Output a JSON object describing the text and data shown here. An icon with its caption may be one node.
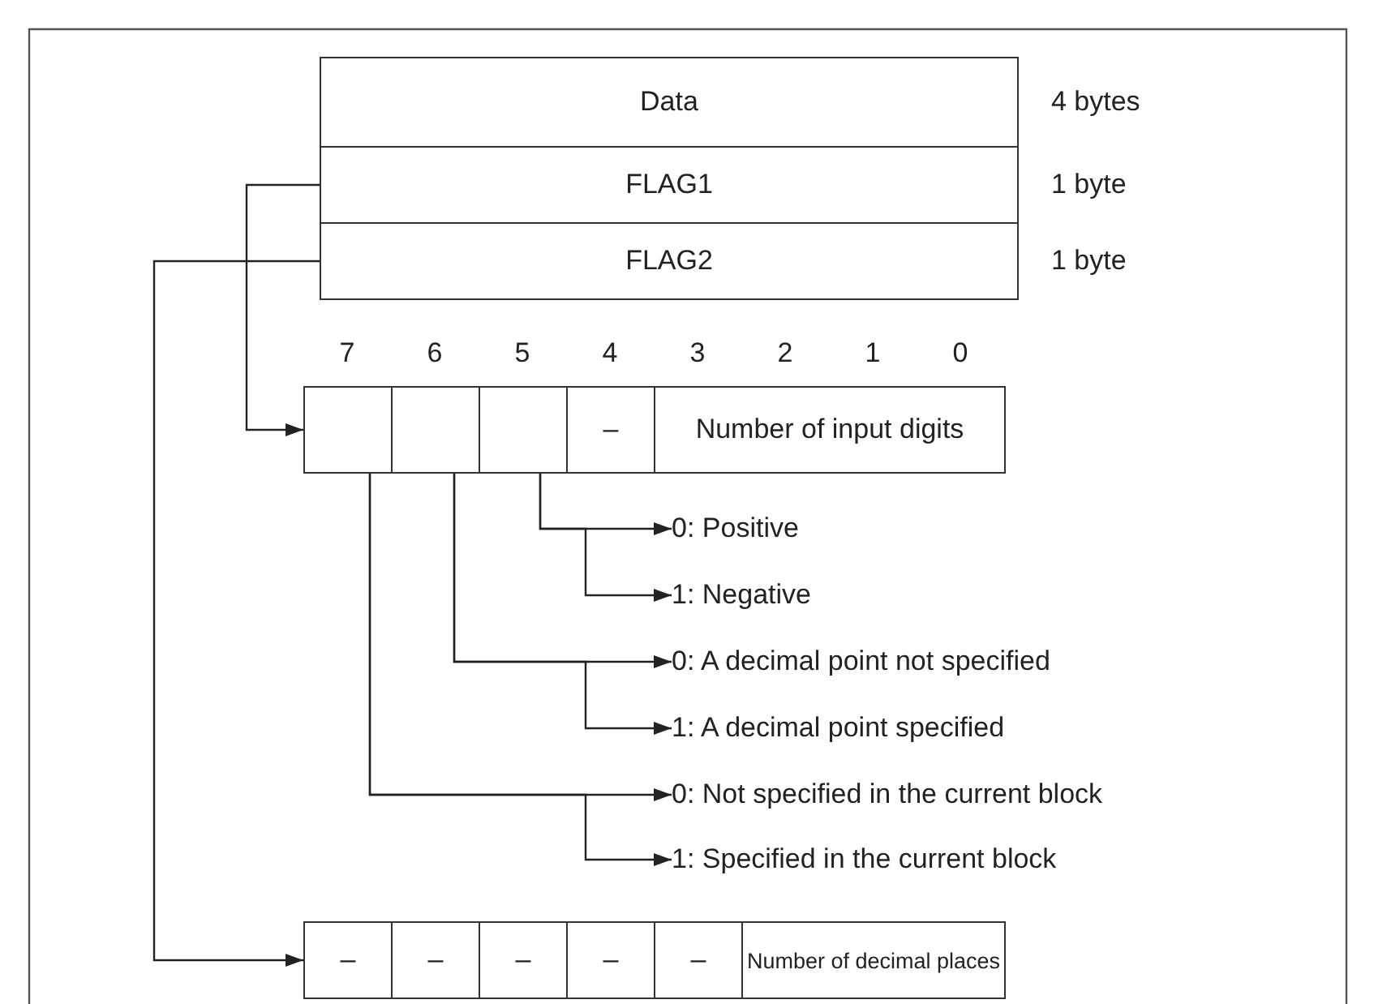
{
  "diagram": {
    "nodes": [
      {
        "text": [
          "Data"
        ],
        "beside": [
          "4 bytes"
        ]
      },
      {
        "text": [
          "FLAG1"
        ],
        "beside": [
          "1 byte"
        ]
      },
      {
        "text": [
          "FLAG2"
        ],
        "beside": [
          "1 byte"
        ]
      },
      {
        "text": [],
        "shape": "box"
      },
      {
        "text": [],
        "shape": "box"
      },
      {
        "text": [],
        "shape": "box"
      },
      {
        "text": [
          "–"
        ]
      },
      {
        "text": [
          "Number of input digits"
        ]
      },
      {
        "text": [
          "0: Positive"
        ]
      },
      {
        "text": [
          "1: Negative"
        ]
      },
      {
        "text": [
          "0: A decimal point not specified"
        ]
      },
      {
        "text": [
          "1: A decimal point specified"
        ]
      },
      {
        "text": [
          "0: Not specified in the current block"
        ]
      },
      {
        "text": [
          "1: Specified in the current block"
        ]
      },
      {
        "text": [
          "–"
        ]
      },
      {
        "text": [
          "–"
        ]
      },
      {
        "text": [
          "–"
        ]
      },
      {
        "text": [
          "–"
        ]
      },
      {
        "text": [
          "–"
        ]
      },
      {
        "text": [
          "Number of decimal places"
        ]
      }
    ],
    "edges": [
      {
        "from": 1,
        "to": 3,
        "arrow": "to"
      },
      {
        "from": 2,
        "to": 14,
        "arrow": "to"
      },
      {
        "from": 5,
        "to": 8,
        "arrow": "to"
      },
      {
        "from": 5,
        "to": 9,
        "arrow": "to"
      },
      {
        "from": 4,
        "to": 10,
        "arrow": "to"
      },
      {
        "from": 4,
        "to": 11,
        "arrow": "to"
      },
      {
        "from": 3,
        "to": 12,
        "arrow": "to"
      },
      {
        "from": 3,
        "to": 13,
        "arrow": "to"
      }
    ],
    "labels": [
      "7",
      "6",
      "5",
      "4",
      "3",
      "2",
      "1",
      "0"
    ]
  }
}
